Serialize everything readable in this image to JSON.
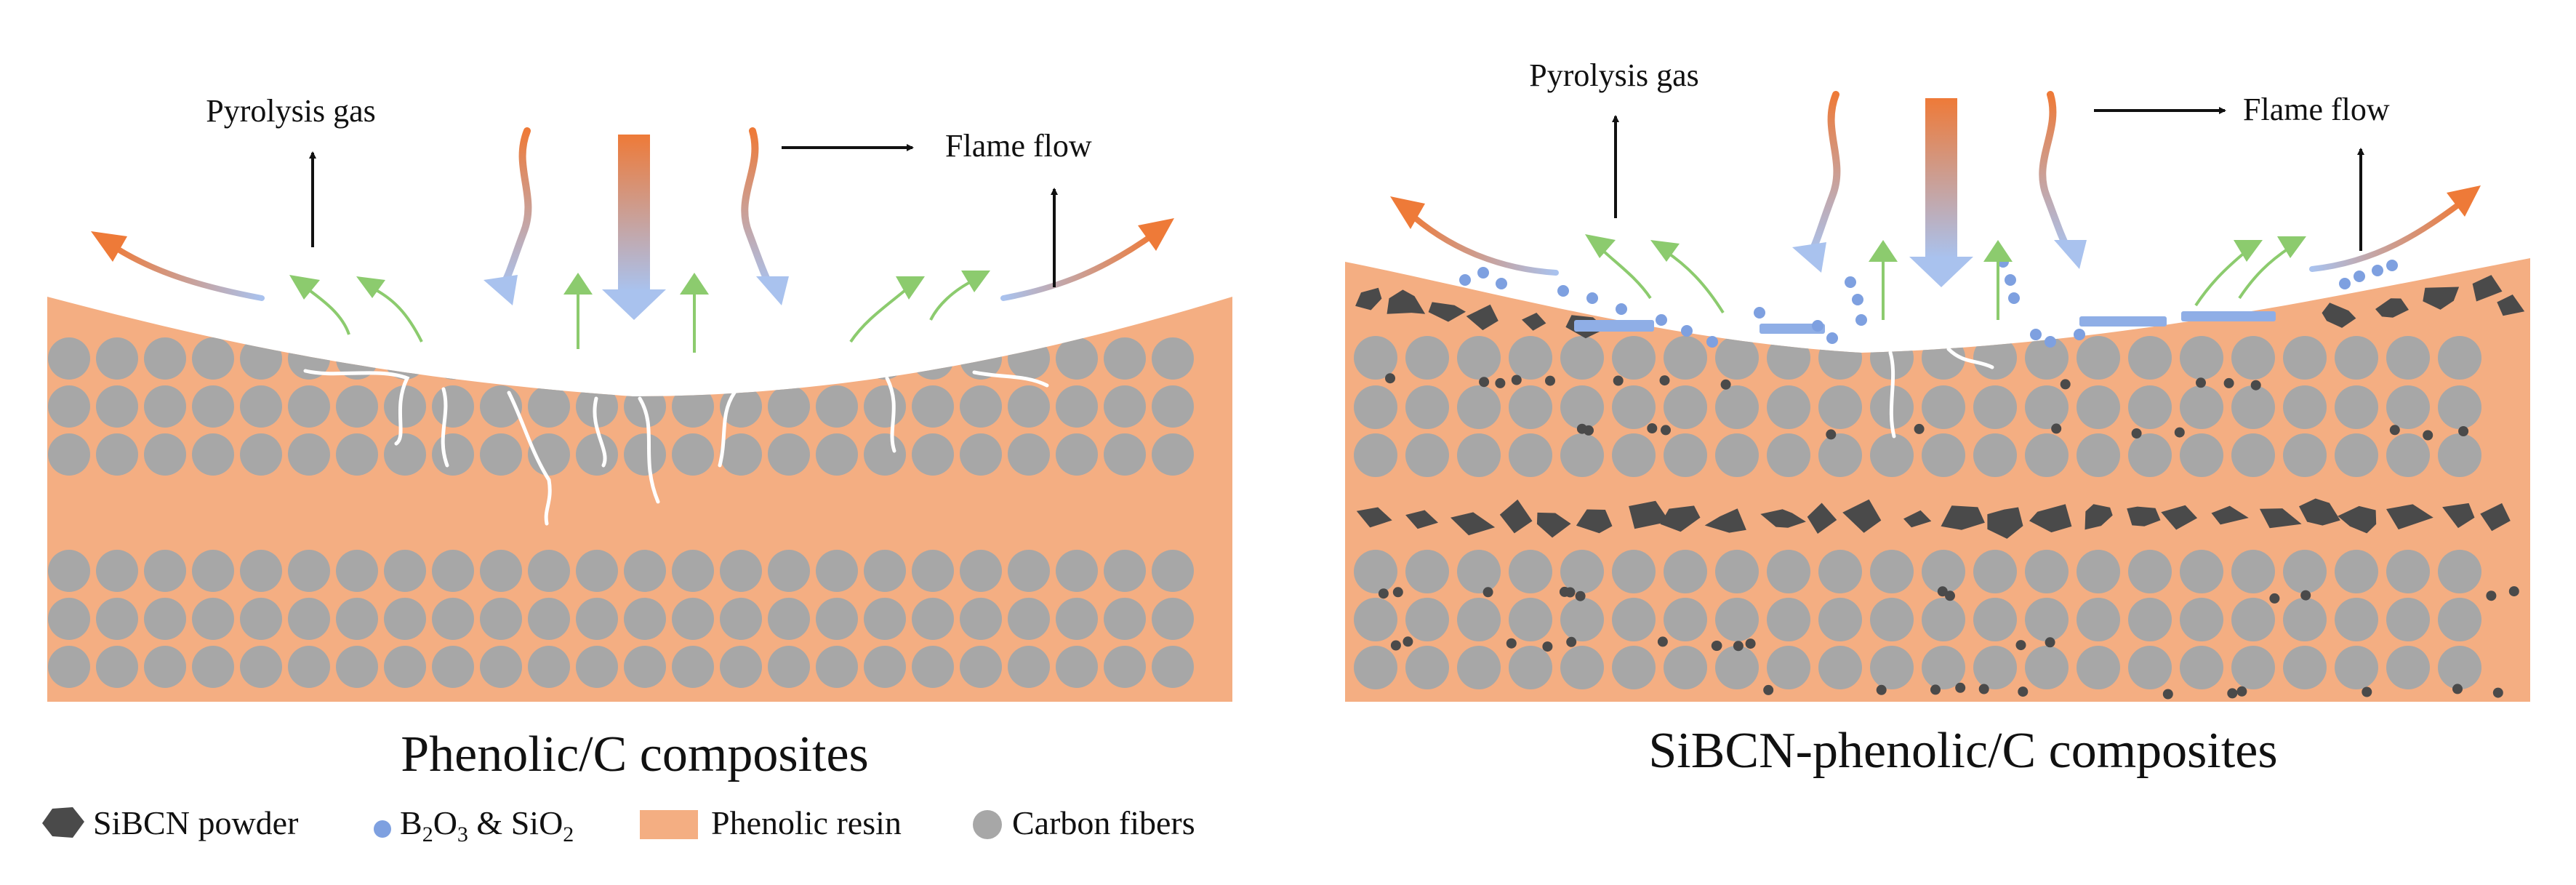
{
  "labels": {
    "pyrolysis_gas": "Pyrolysis gas",
    "flame_flow": "Flame flow"
  },
  "titles": {
    "left": "Phenolic/C composites",
    "right": "SiBCN-phenolic/C composites"
  },
  "legend": {
    "sibcn_powder": "SiBCN powder",
    "oxides_prefix_b": "B",
    "oxides_sub_2": "2",
    "oxides_o": "O",
    "oxides_sub_3": "3",
    "oxides_mid": " & SiO",
    "oxides_sub_2b": "2",
    "phenolic_resin": "Phenolic resin",
    "carbon_fibers": "Carbon fibers"
  },
  "colors": {
    "resin": "#F4AE82",
    "fiber": "#A7A7A7",
    "powder": "#4A4A4A",
    "oxide": "#7EA0E0",
    "gas_arrow": "#8CCB6E",
    "flame_top": "#EE7A38",
    "flame_bottom": "#9DB8EA",
    "text": "#111111"
  }
}
